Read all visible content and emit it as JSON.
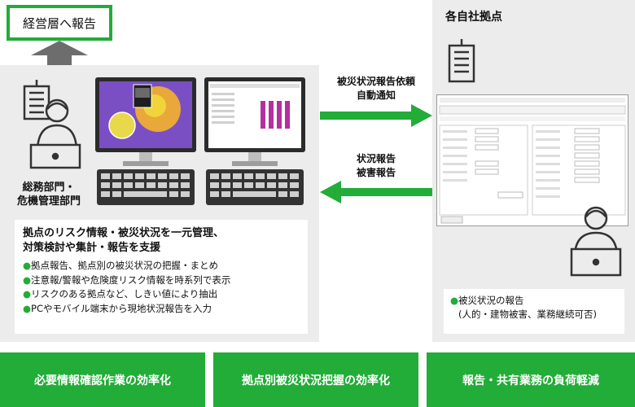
{
  "top_box": {
    "label": "経営層へ報告"
  },
  "left": {
    "dept_line1": "総務部門・",
    "dept_line2": "危機管理部門",
    "info_title_line1": "拠点のリスク情報・被災状況を一元管理、",
    "info_title_line2": "対策検討や集計・報告を支援",
    "bullets": [
      "拠点報告、拠点別の被災状況の把握・まとめ",
      "注意報/警報や危険度リスク情報を時系列で表示",
      "リスクのある拠点など、しきい値により抽出",
      "PCやモバイル端末から現地状況報告を入力"
    ]
  },
  "middle": {
    "arrow_right_line1": "被災状況報告依頼",
    "arrow_right_line2": "自動通知",
    "arrow_left_line1": "状況報告",
    "arrow_left_line2": "被害報告"
  },
  "right": {
    "title": "各自社拠点",
    "bullet_line1": "被災状況の報告",
    "bullet_line2": "(人的・建物被害、業務継続可否)"
  },
  "footer": [
    "必要情報確認作業の効率化",
    "拠点別被災状況把握の効率化",
    "報告・共有業務の負荷軽減"
  ],
  "colors": {
    "accent": "#22ac38",
    "panel": "#ececec",
    "arrow_gray": "#6d6d6d"
  }
}
